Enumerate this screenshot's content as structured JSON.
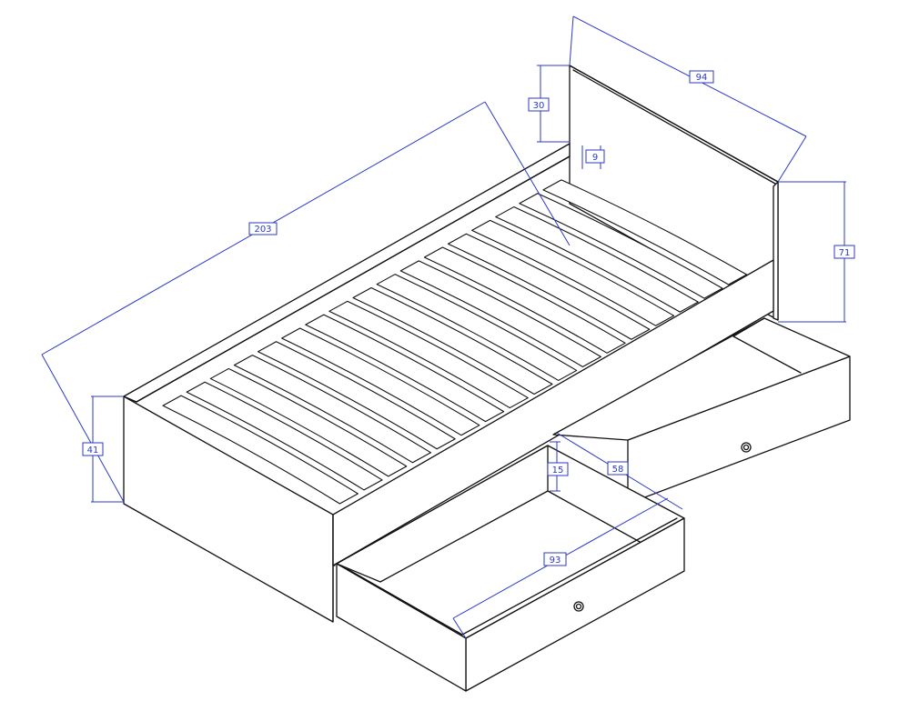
{
  "diagram": {
    "subject": "bed",
    "line_color": "#111111",
    "dimension_color": "#2b39c7",
    "dimensions": {
      "length": "203",
      "width": "94",
      "headboard_height": "71",
      "headboard_above_frame": "30",
      "headboard_thickness": "9",
      "frame_height": "41",
      "drawer_height": "15",
      "drawer_depth": "58",
      "drawer_width": "93"
    }
  }
}
